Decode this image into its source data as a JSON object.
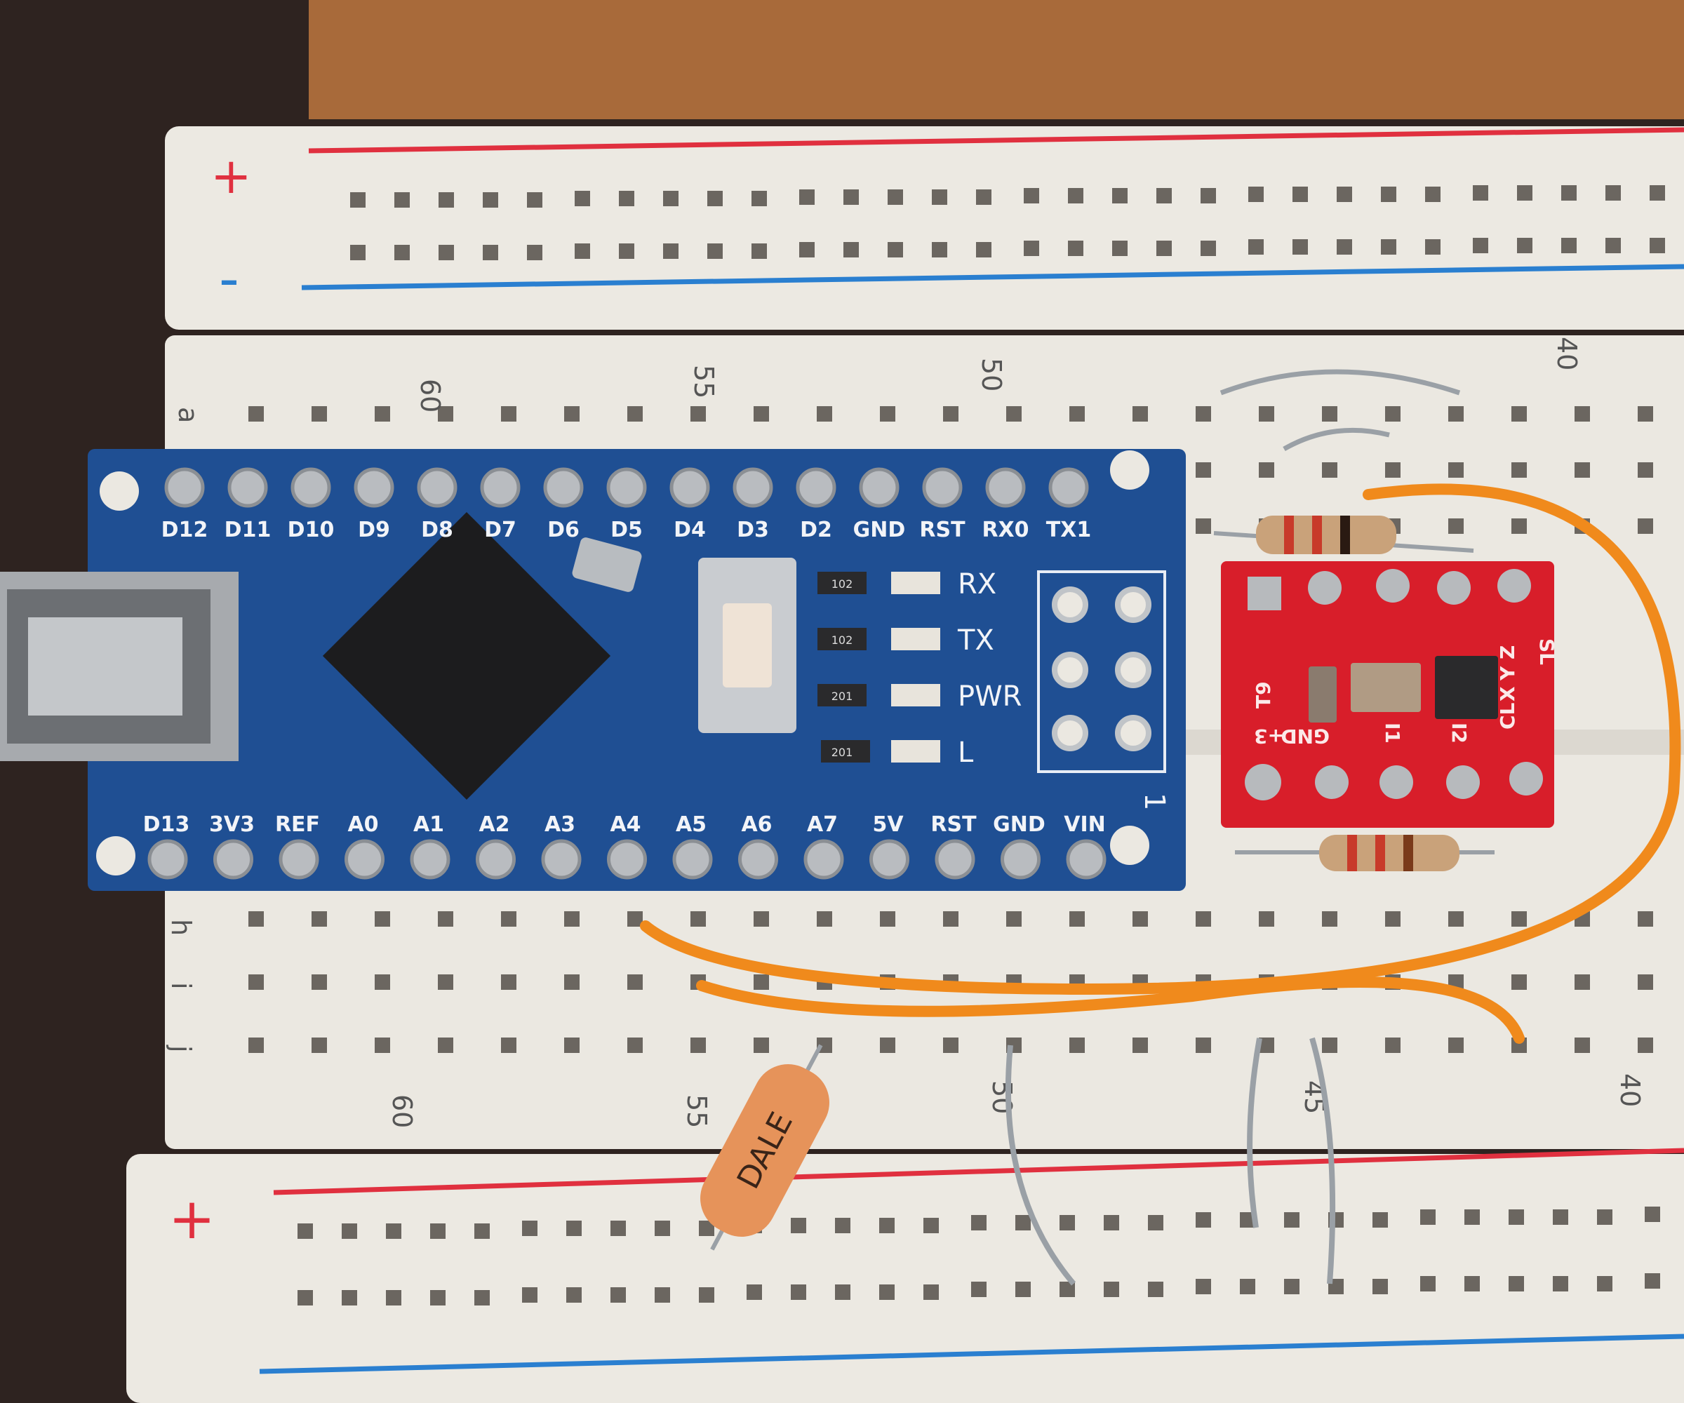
{
  "scene": {
    "arduino": {
      "top_pins": [
        "D12",
        "D11",
        "D10",
        "D9",
        "D8",
        "D7",
        "D6",
        "D5",
        "D4",
        "D3",
        "D2",
        "GND",
        "RST",
        "RX0",
        "TX1"
      ],
      "bottom_pins": [
        "D13",
        "3V3",
        "REF",
        "A0",
        "A1",
        "A2",
        "A3",
        "A4",
        "A5",
        "A6",
        "A7",
        "5V",
        "RST",
        "GND",
        "VIN"
      ],
      "leds": [
        "RX",
        "TX",
        "PWR",
        "L"
      ],
      "resistor_codes": [
        "102",
        "102",
        "201",
        "201"
      ],
      "header_marker": "1",
      "board_color": "#1f4f93"
    },
    "breadboard": {
      "top_numbers": [
        "60",
        "55",
        "50",
        "40"
      ],
      "bottom_numbers": [
        "60",
        "55",
        "50",
        "45",
        "40"
      ],
      "row_letters_top": [
        "a"
      ],
      "row_letters_bottom": [
        "h",
        "i",
        "j"
      ],
      "rail_plus": "+",
      "rail_minus": "-",
      "rail_red": "#e0303f",
      "rail_blue": "#2a7fd0"
    },
    "sensor_module": {
      "labels": [
        "T9",
        "GND",
        "+3",
        "I1",
        "I2",
        "CL",
        "X",
        "Y",
        "Z",
        "SL"
      ],
      "board_color": "#d81e2a"
    },
    "capacitor_text": "DALE",
    "wire_color": "#f08a1c"
  }
}
